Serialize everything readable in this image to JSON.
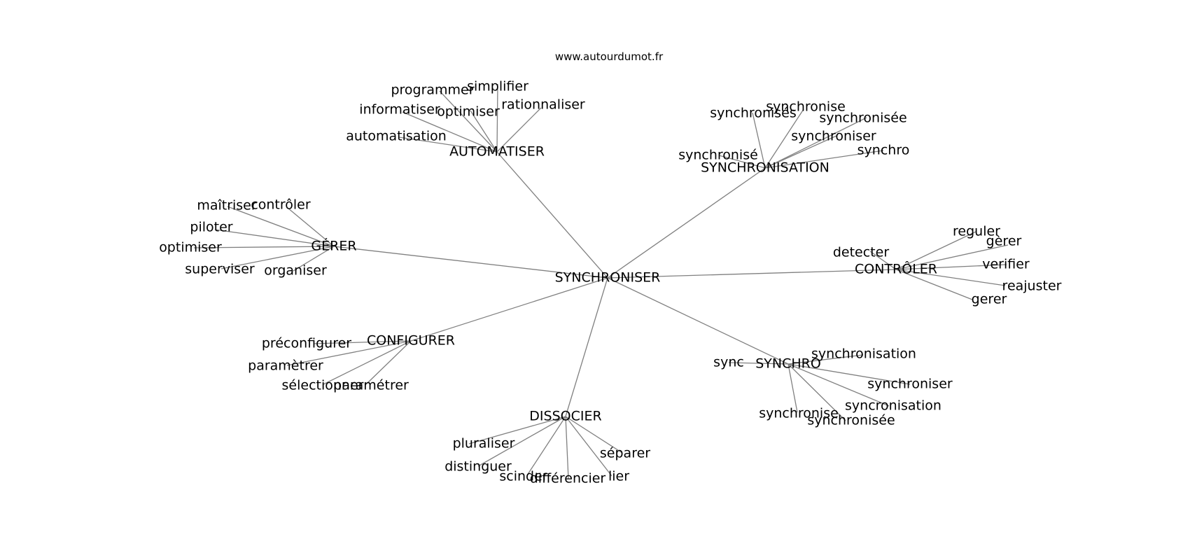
{
  "source": "www.autourdumot.fr",
  "graph": {
    "center": "SYNCHRONISER",
    "groups": [
      {
        "hub": "AUTOMATISER",
        "words": [
          "programmer",
          "simplifier",
          "informatiser",
          "optimiser",
          "rationnaliser",
          "automatisation"
        ]
      },
      {
        "hub": "SYNCHRONISATION",
        "words": [
          "synchronise",
          "synchronisés",
          "synchronisée",
          "synchroniser",
          "synchronisé",
          "synchro"
        ]
      },
      {
        "hub": "GÉRER",
        "words": [
          "maîtriser",
          "contrôler",
          "piloter",
          "optimiser",
          "superviser",
          "organiser"
        ]
      },
      {
        "hub": "CONTRÔLER",
        "words": [
          "reguler",
          "detecter",
          "gèrer",
          "verifier",
          "reajuster",
          "gerer"
        ]
      },
      {
        "hub": "CONFIGURER",
        "words": [
          "préconfigurer",
          "paramètrer",
          "sélectionner",
          "paramétrer"
        ]
      },
      {
        "hub": "SYNCHRO",
        "words": [
          "synchronisation",
          "sync",
          "synchroniser",
          "syncronisation",
          "synchronise",
          "synchronisée"
        ]
      },
      {
        "hub": "DISSOCIER",
        "words": [
          "pluraliser",
          "séparer",
          "distinguer",
          "scinder",
          "différencier",
          "lier"
        ]
      }
    ]
  }
}
